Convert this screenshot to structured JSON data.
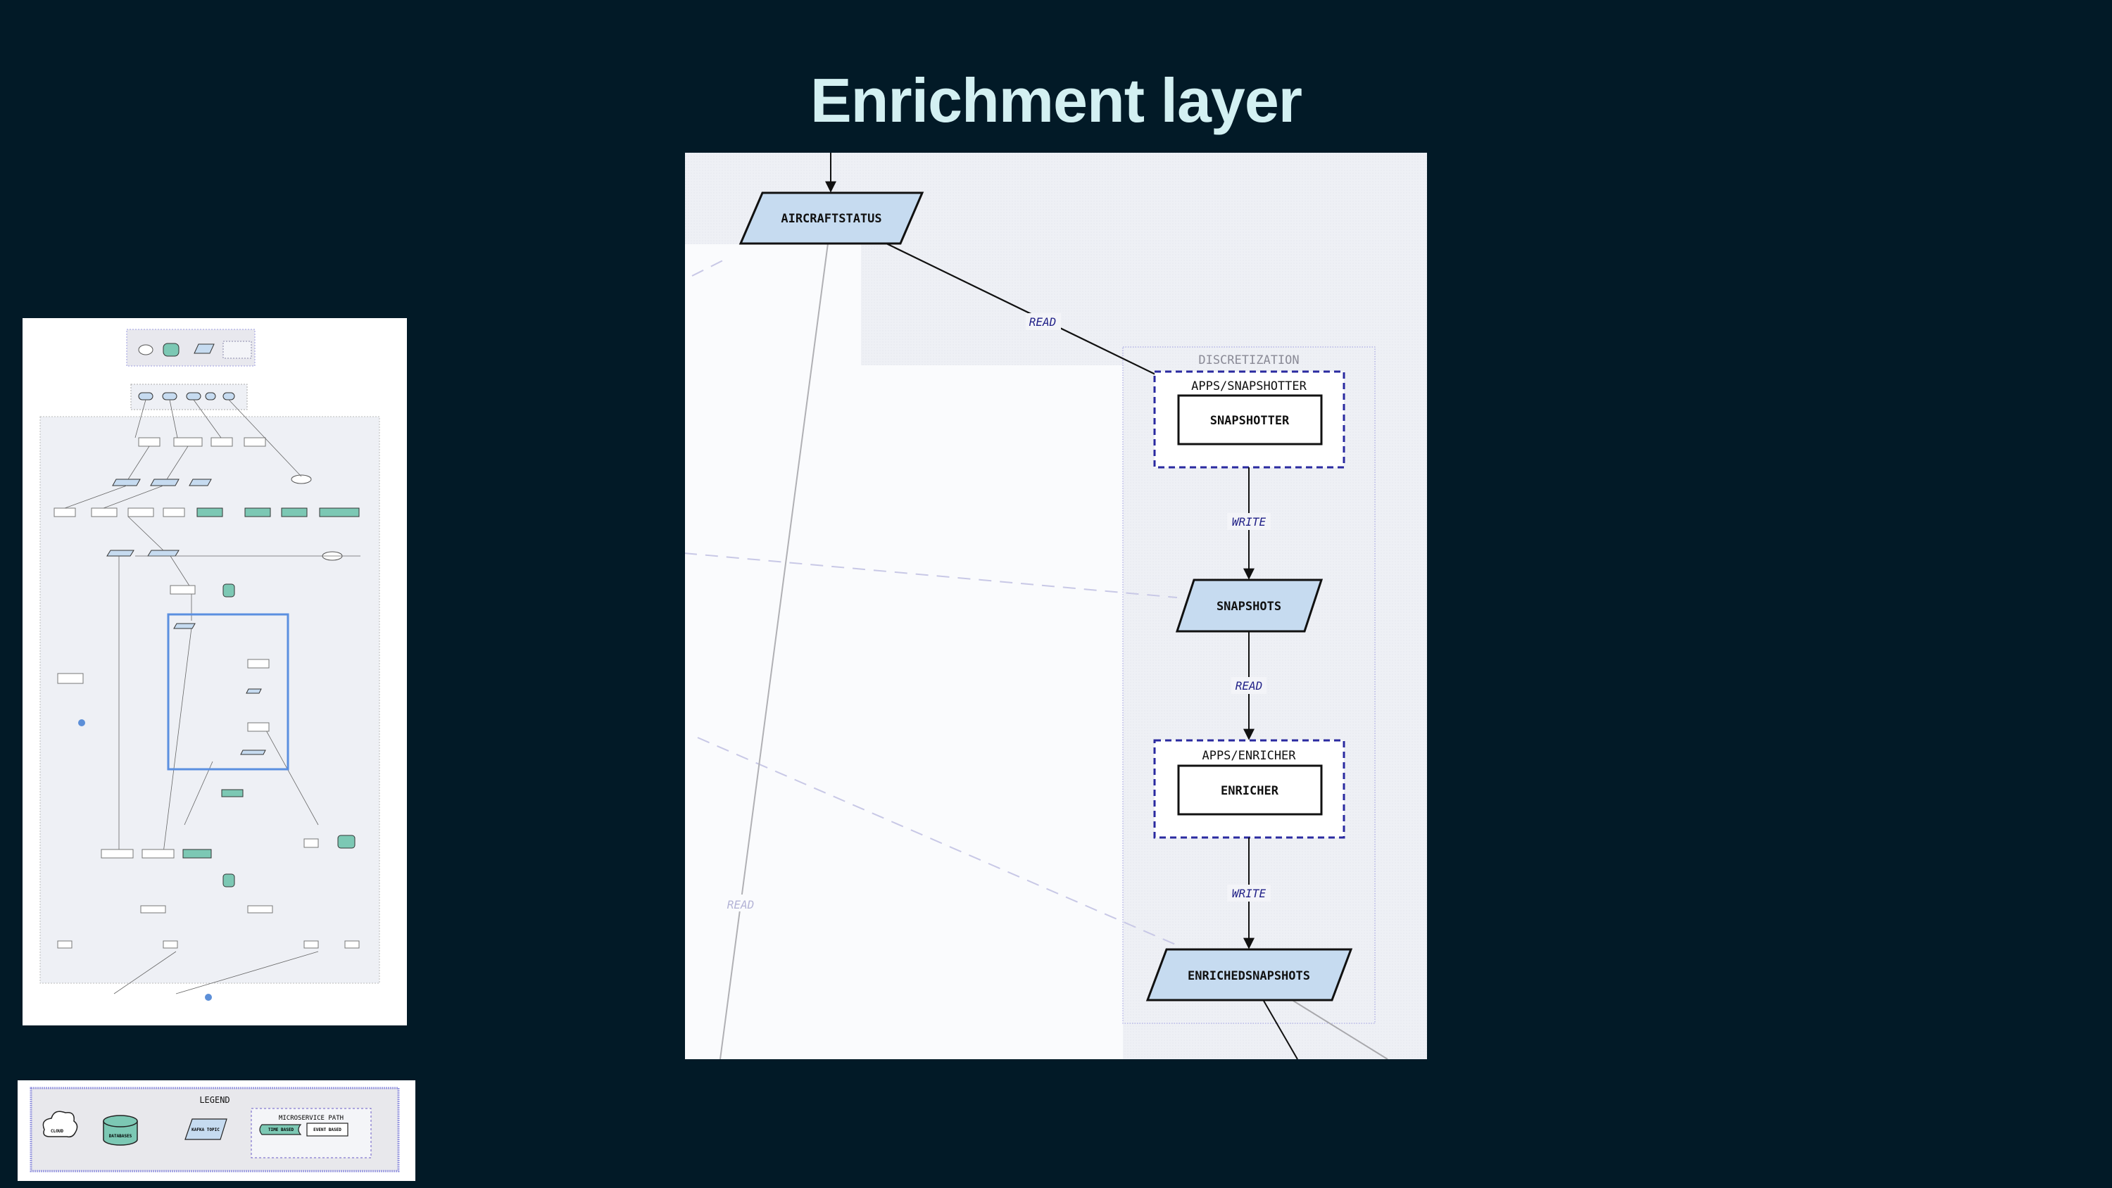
{
  "title": "Enrichment layer",
  "diagram": {
    "group_label": "DISCRETIZATION",
    "nodes": {
      "aircraftstatus": "AIRCRAFTSTATUS",
      "snapshotter_path": "APPS/SNAPSHOTTER",
      "snapshotter": "SNAPSHOTTER",
      "snapshots": "SNAPSHOTS",
      "enricher_path": "APPS/ENRICHER",
      "enricher": "ENRICHER",
      "enrichedsnapshots": "ENRICHEDSNAPSHOTS"
    },
    "edges": {
      "read1": "READ",
      "write1": "WRITE",
      "read2": "READ",
      "write2": "WRITE",
      "read_faint": "READ"
    }
  },
  "legend": {
    "title": "LEGEND",
    "cloud": "CLOUD",
    "databases": "DATABASES",
    "kafka_topic": "KAFKA TOPIC",
    "microservice_path": "MICROSERVICE PATH",
    "time_based": "TIME BASED",
    "event_based": "EVENT BASED"
  },
  "colors": {
    "background": "#021a27",
    "topic": "#c6dbf0",
    "database": "#7cc8b4",
    "accent": "#2a2aa0"
  }
}
